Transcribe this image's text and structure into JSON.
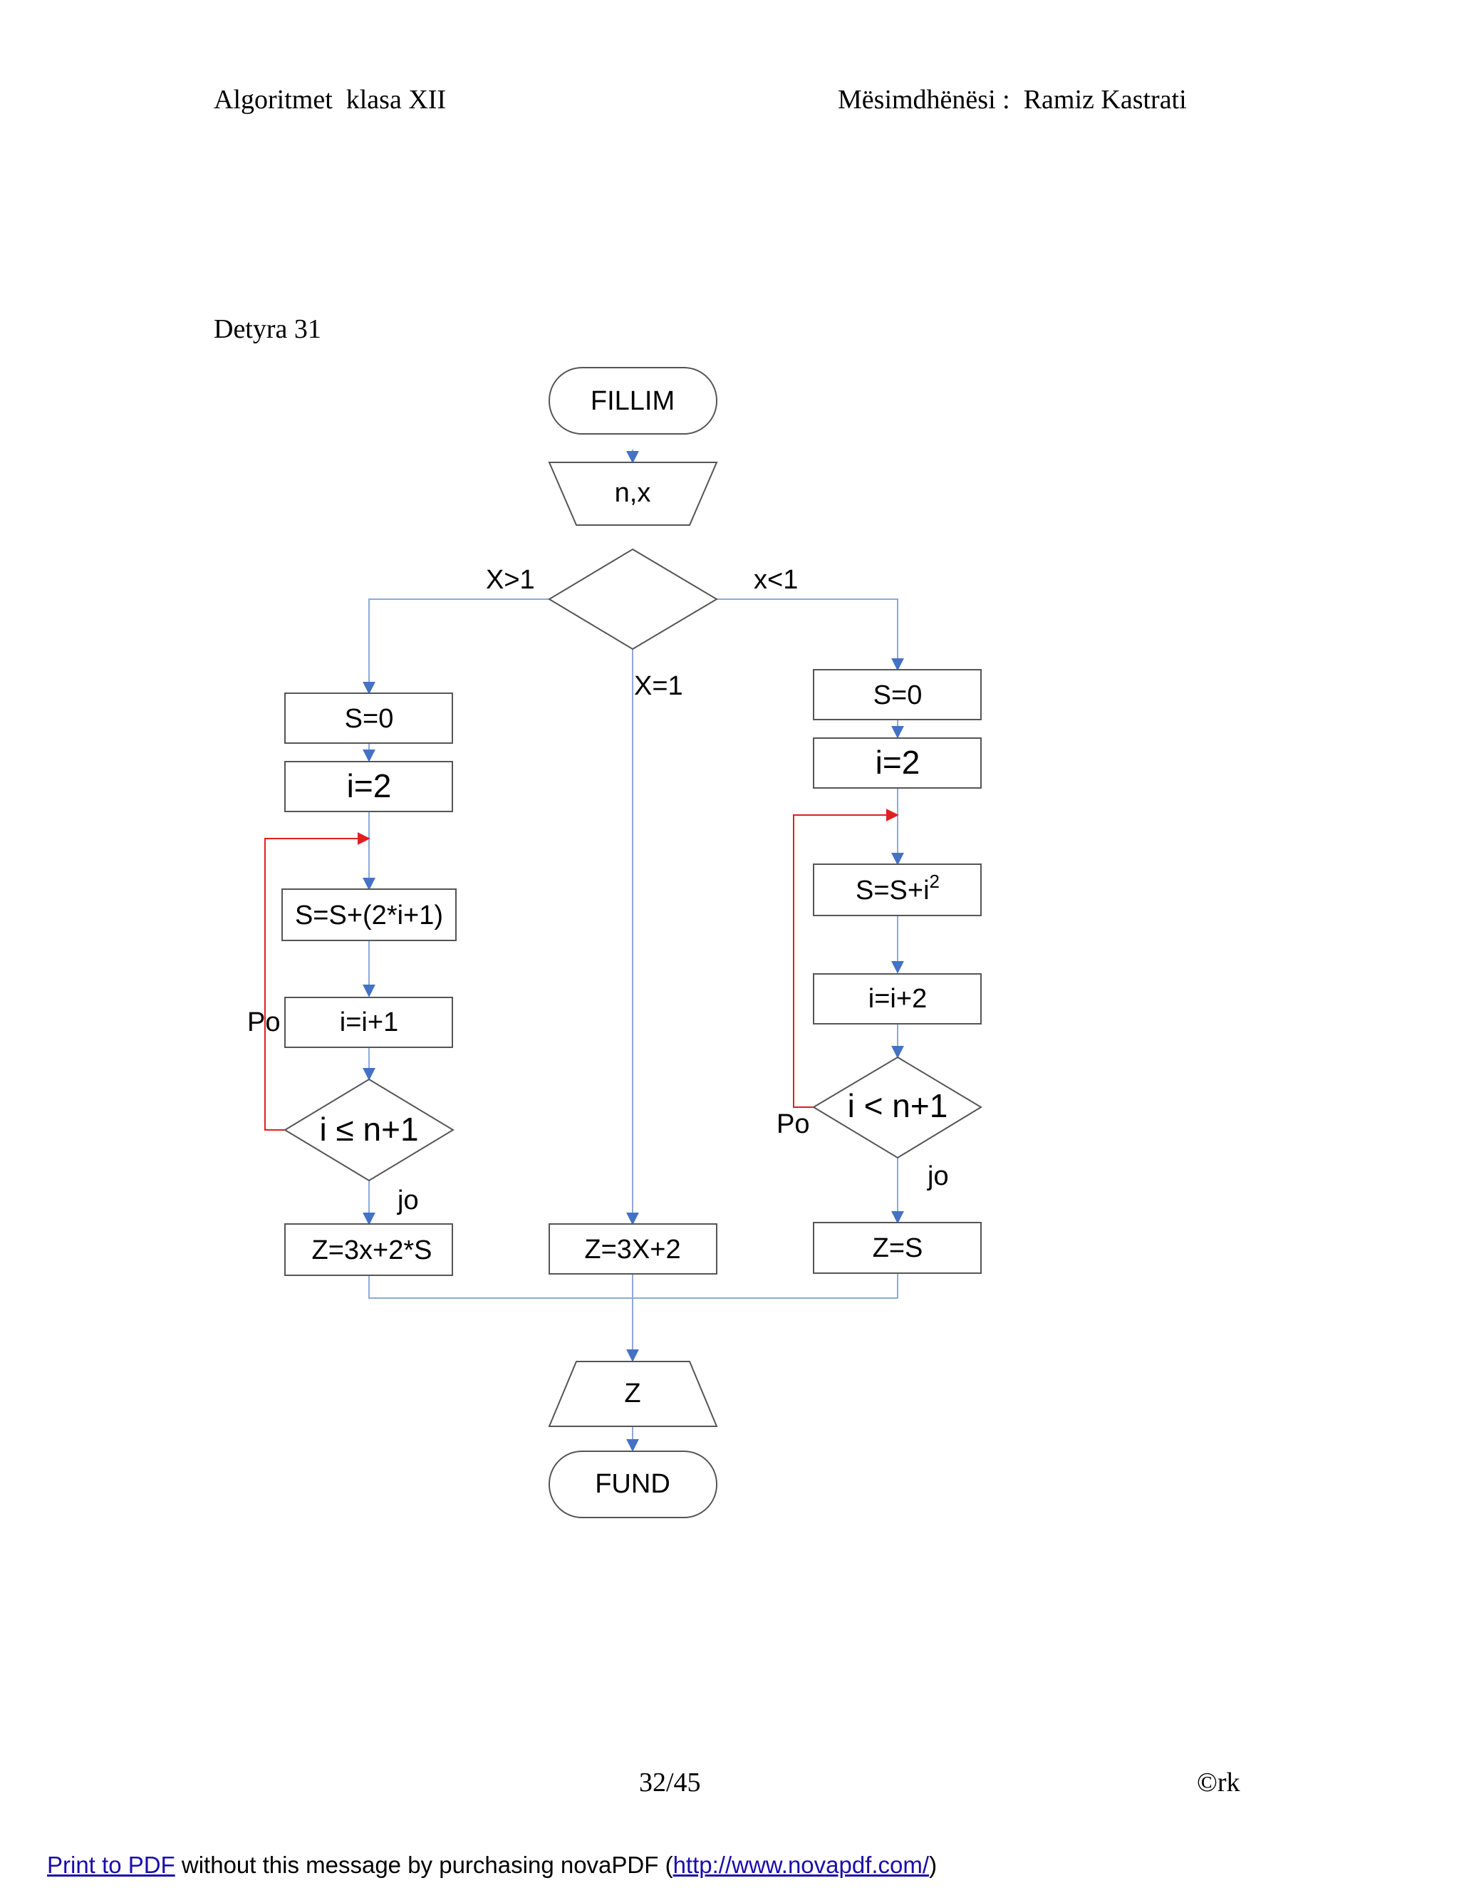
{
  "header": {
    "left": "Algoritmet  klasa XII",
    "right": "Mësimdhënësi :  Ramiz Kastrati"
  },
  "task_title": "Detyra 31",
  "flowchart": {
    "start": "FILLIM",
    "input": "n,x",
    "decision_labels": {
      "left": "X>1",
      "right": "x<1",
      "middle": "X=1"
    },
    "left_branch": {
      "init_s": "S=0",
      "init_i": "i=2",
      "body": "S=S+(2*i+1)",
      "increment": "i=i+1",
      "condition": "i ≤ n+1",
      "yes": "Po",
      "no": "jo",
      "result": "Z=3x+2*S"
    },
    "middle_branch": {
      "result": "Z=3X+2"
    },
    "right_branch": {
      "init_s": "S=0",
      "init_i": "i=2",
      "body": "S=S+i",
      "body_sup": "2",
      "increment": "i=i+2",
      "condition": "i < n+1",
      "yes": "Po",
      "no": "jo",
      "result": "Z=S"
    },
    "output": "Z",
    "end": "FUND",
    "colors": {
      "arrow": "#4472c4",
      "loop": "#e02020",
      "stroke": "#555555"
    }
  },
  "footer": {
    "page_number": "32/45",
    "copyright": "©rk",
    "link1": "Print to PDF",
    "middle": " without this message by purchasing novaPDF (",
    "link2": "http://www.novapdf.com/",
    "end": ")"
  }
}
